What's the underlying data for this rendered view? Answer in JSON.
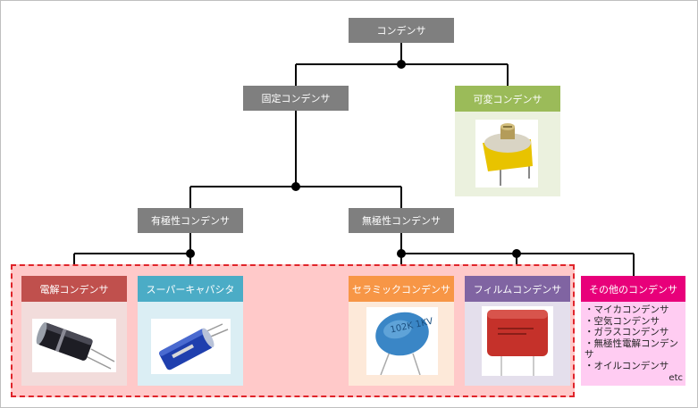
{
  "title": "コンデンサ",
  "level1": {
    "fixed": "固定コンデンサ",
    "variable": "可変コンデンサ"
  },
  "level2": {
    "polar": "有極性コンデンサ",
    "nonpolar": "無極性コンデンサ"
  },
  "leaves": {
    "electrolytic": "電解コンデンサ",
    "supercap": "スーパーキャパシタ",
    "ceramic": "セラミックコンデンサ",
    "film": "フィルムコンデンサ"
  },
  "others": {
    "header": "その他のコンデンサ",
    "items": [
      "マイカコンデンサ",
      "空気コンデンサ",
      "ガラスコンデンサ",
      "無極性電解コンデンサ",
      "オイルコンデンサ"
    ],
    "etc": "etc"
  },
  "component_marking": {
    "ceramic": "102K 1KV"
  },
  "colors": {
    "gray": "#7f7f7f",
    "variable_green": "#9bbb59",
    "electrolytic_red": "#c0504d",
    "supercap_teal": "#4bacc6",
    "ceramic_orange": "#f79646",
    "film_purple": "#8064a2",
    "others_pink": "#e8007a",
    "dashed_border": "#e0242a"
  }
}
